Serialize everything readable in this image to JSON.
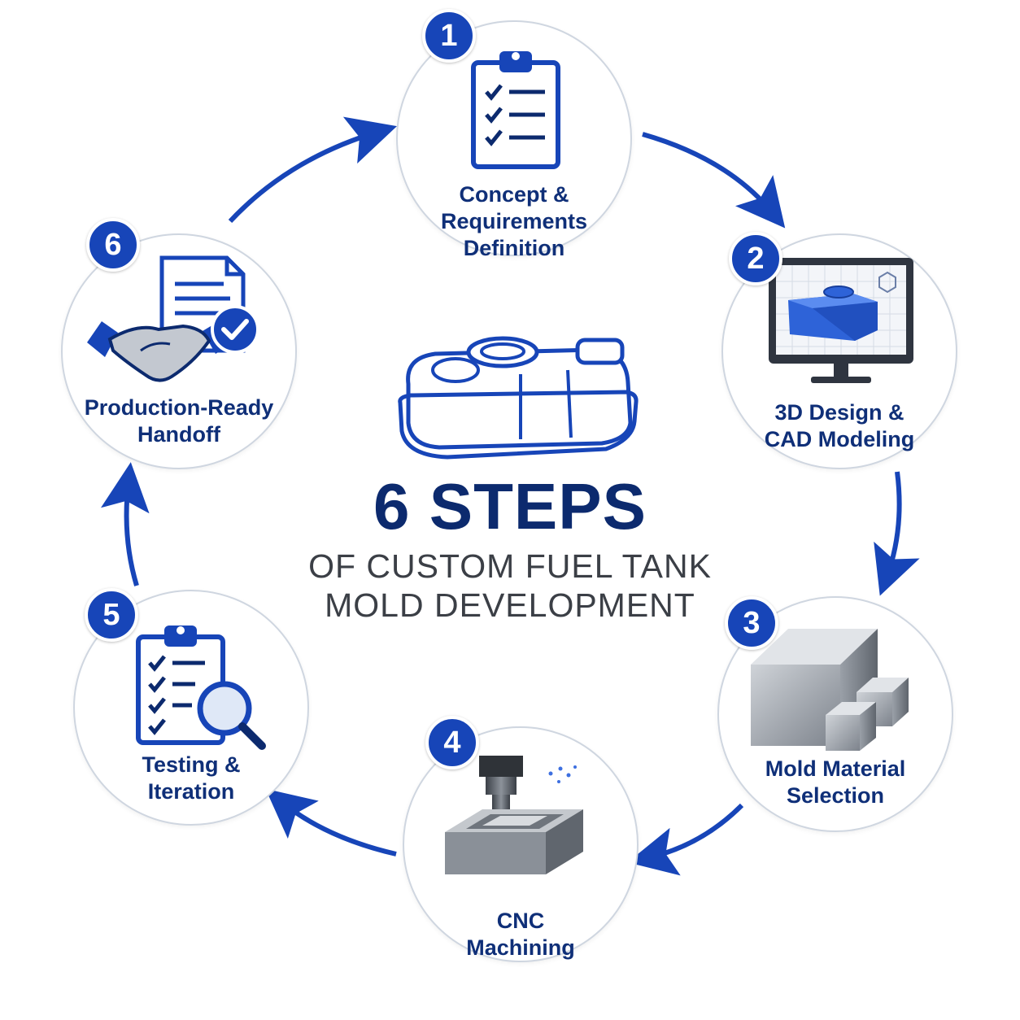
{
  "title": {
    "main": "6 STEPS",
    "subtitle": "OF CUSTOM FUEL TANK\nMOLD DEVELOPMENT"
  },
  "steps": [
    {
      "number": "1",
      "label": "Concept &\nRequirements\nDefinition",
      "icon": "clipboard-checklist-icon"
    },
    {
      "number": "2",
      "label": "3D Design &\nCAD Modeling",
      "icon": "cad-monitor-icon"
    },
    {
      "number": "3",
      "label": "Mold Material\nSelection",
      "icon": "steel-blocks-icon"
    },
    {
      "number": "4",
      "label": "CNC\nMachining",
      "icon": "cnc-machine-icon"
    },
    {
      "number": "5",
      "label": "Testing &\nIteration",
      "icon": "inspection-clipboard-icon"
    },
    {
      "number": "6",
      "label": "Production-Ready\nHandoff",
      "icon": "handshake-document-icon"
    }
  ],
  "colors": {
    "primary_blue": "#1745b8",
    "dark_navy": "#0c2a6e",
    "text_gray": "#3b3f46",
    "circle_border": "#cfd6e0"
  },
  "center_icon": "fuel-tank-icon"
}
